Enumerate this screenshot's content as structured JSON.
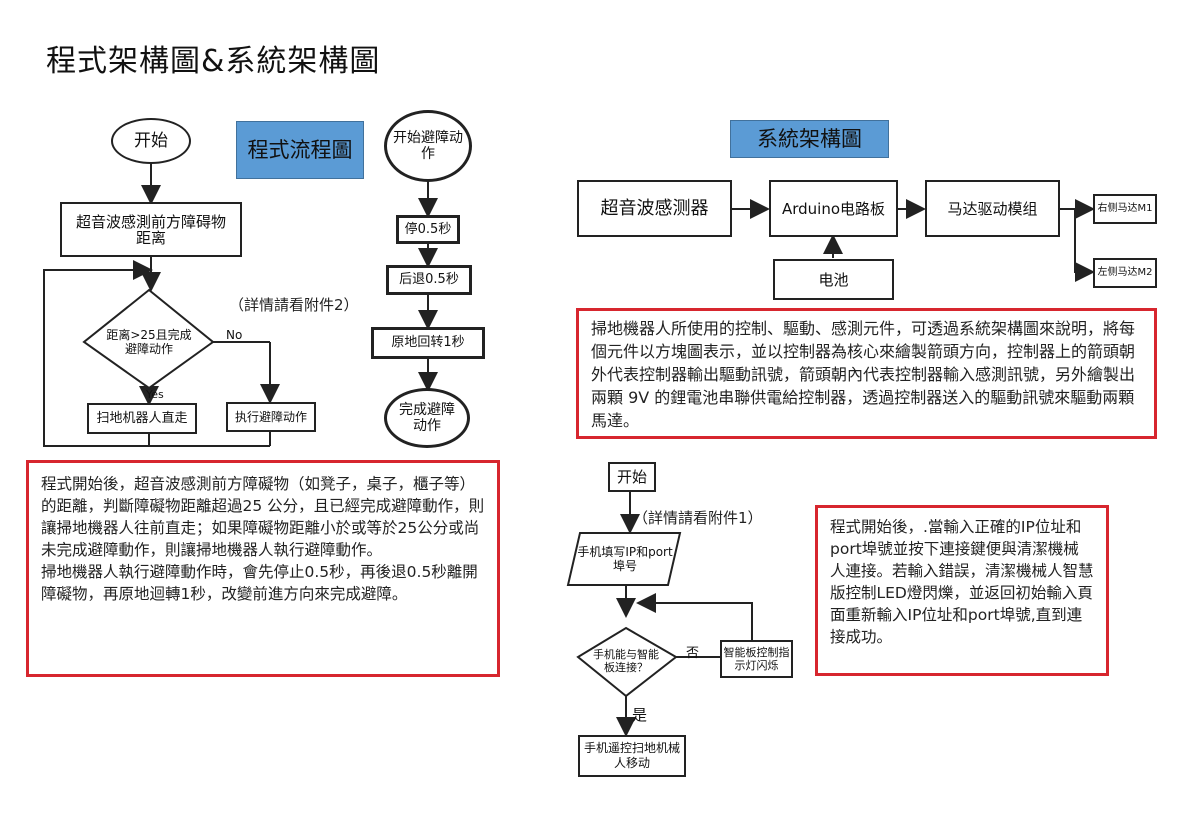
{
  "page_title": "程式架構圖&系統架構圖",
  "left": {
    "label": "程式流程圖",
    "flow": {
      "start": "开始",
      "detect": "超音波感測前方障碍物距离",
      "decision": "距离>25且完成避障动作",
      "no": "No",
      "yes": "Yes",
      "forward": "扫地机器人直走",
      "avoid": "执行避障动作"
    },
    "note": "（詳情請看附件2）",
    "avoid_flow": {
      "start": "开始避障动作",
      "stop": "停0.5秒",
      "back": "后退0.5秒",
      "turn": "原地回转1秒",
      "end": "完成避障动作"
    },
    "description": "程式開始後，超音波感測前方障礙物（如凳子，桌子，櫃子等）的距離，判斷障礙物距離超過25 公分，且已經完成避障動作，則讓掃地機器人往前直走；如果障礙物距離小於或等於25公分或尚未完成避障動作，則讓掃地機器人執行避障動作。\n掃地機器人執行避障動作時，會先停止0.5秒，再後退0.5秒離開障礙物，再原地迴轉1秒，改變前進方向來完成避障。"
  },
  "right": {
    "label": "系統架構圖",
    "system": {
      "sensor": "超音波感测器",
      "arduino": "Arduino电路板",
      "driver": "马达驱动模组",
      "battery": "电池",
      "motor1": "右侧马达M1",
      "motor2": "左侧马达M2"
    },
    "system_description": "掃地機器人所使用的控制、驅動、感測元件，可透過系統架構圖來說明，將每個元件以方塊圖表示，並以控制器為核心來繪製箭頭方向，控制器上的箭頭朝外代表控制器輸出驅動訊號，箭頭朝內代表控制器輸入感測訊號，另外繪製出兩顆 9V 的鋰電池串聯供電給控制器，透過控制器送入的驅動訊號來驅動兩顆馬達。",
    "flow2": {
      "start": "开始",
      "input": "手机填写IP和port埠号",
      "decision": "手机能与智能板连接？",
      "no": "否",
      "yes": "是",
      "blink": "智能板控制指示灯闪烁",
      "move": "手机遥控扫地机械人移动"
    },
    "note": "（詳情請看附件1）",
    "flow2_description": "程式開始後，.當輸入正確的IP位址和port埠號並按下連接鍵便與清潔機械人連接。若輸入錯誤，清潔機械人智慧版控制LED燈閃爍，並返回初始輸入頁面重新輸入IP位址和port埠號,直到連接成功。"
  }
}
